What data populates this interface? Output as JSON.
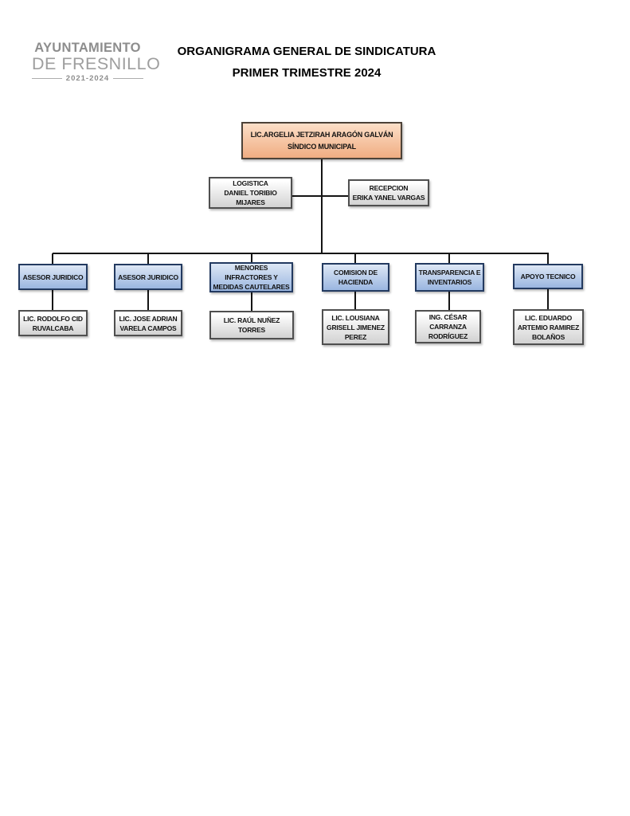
{
  "logo": {
    "line1": "AYUNTAMIENTO",
    "line2": "DE FRESNILLO",
    "years": "2021-2024"
  },
  "title": {
    "line1": "ORGANIGRAMA GENERAL DE SINDICATURA",
    "line2": "PRIMER TRIMESTRE 2024"
  },
  "root": {
    "name": "LIC.ARGELIA JETZIRAH ARAGÓN GALVÁN",
    "role": "SÍNDICO MUNICIPAL"
  },
  "assistants": [
    {
      "title": "LOGISTICA",
      "name": "DANIEL TORIBIO MIJARES"
    },
    {
      "title": "RECEPCION",
      "name": "ERIKA YANEL VARGAS"
    }
  ],
  "departments": [
    {
      "title": "ASESOR JURIDICO",
      "person": "LIC. RODOLFO CID RUVALCABA"
    },
    {
      "title": "ASESOR JURIDICO",
      "person": "LIC. JOSE ADRIAN VARELA CAMPOS"
    },
    {
      "title": "MENORES INFRACTORES Y MEDIDAS CAUTELARES",
      "person": "LIC. RAÚL NUÑEZ TORRES"
    },
    {
      "title": "COMISION DE HACIENDA",
      "person": "LIC. LOUSIANA GRISELL JIMENEZ PEREZ"
    },
    {
      "title": "TRANSPARENCIA E INVENTARIOS",
      "person": "ING. CÉSAR CARRANZA RODRÍGUEZ"
    },
    {
      "title": "APOYO TECNICO",
      "person": "LIC. EDUARDO ARTEMIO RAMIREZ BOLAÑOS"
    }
  ],
  "colors": {
    "root-top": "#fcdfc8",
    "root-bottom": "#f0ad82",
    "root-border": "#4c4238",
    "dept-top": "#dde7f5",
    "dept-bottom": "#9ab6e0",
    "dept-border": "#233a60",
    "person-top": "#ffffff",
    "person-bottom": "#d2d2d2",
    "person-border": "#4f4f4f",
    "line": "#141414"
  }
}
